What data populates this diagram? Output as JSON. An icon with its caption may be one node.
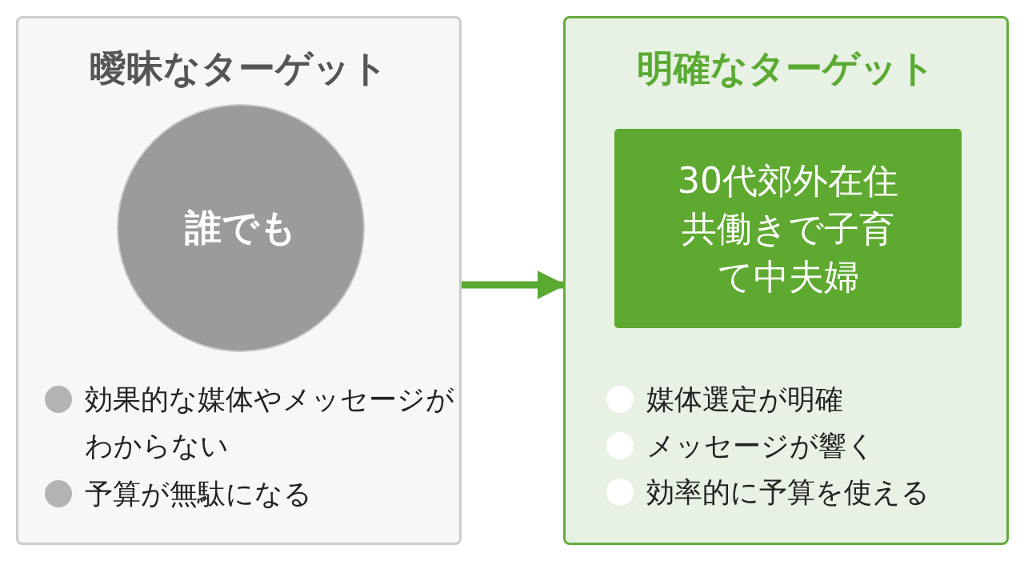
{
  "diagram": {
    "nodes": [
      {
        "text": [
          "曖昧なターゲット"
        ]
      },
      {
        "text": [
          "誰でも"
        ],
        "in": 0
      },
      {
        "text": [
          "明確なターゲット"
        ]
      },
      {
        "text": [
          "30代郊外在住共働きで子育て中夫婦"
        ],
        "in": 2
      }
    ],
    "edges": [
      {
        "from": 0,
        "to": 2,
        "arrow": "to"
      }
    ],
    "labels": [
      "効果的な媒体やメッセージがわからない",
      "予算が無駄になる",
      "媒体選定が明確",
      "メッセージが響く",
      "効率的に予算を使える"
    ]
  }
}
